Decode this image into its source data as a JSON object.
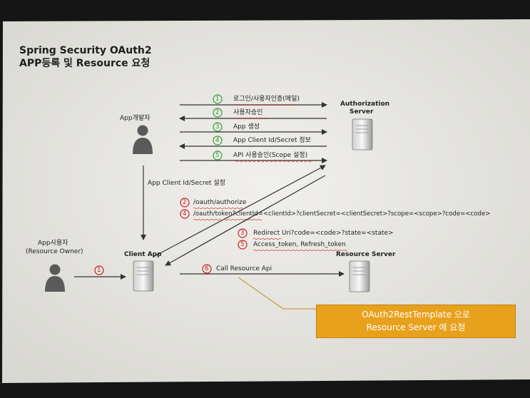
{
  "title": {
    "line1": "Spring Security OAuth2",
    "line2": "APP등록 및 Resource 요청"
  },
  "actors": {
    "app_developer": "App개발자",
    "app_user": "App사용자",
    "resource_owner": "(Resource Owner)",
    "client_app": "Client App",
    "authorization_server_line1": "Authorization",
    "authorization_server_line2": "Server",
    "resource_server": "Resource Server"
  },
  "registration_steps": [
    {
      "num": "1",
      "label": "로그인/사용자인증(메일)"
    },
    {
      "num": "2",
      "label": "사용자승인"
    },
    {
      "num": "3",
      "label": "App 생성"
    },
    {
      "num": "4",
      "label": "App Client Id/Secret 정보"
    },
    {
      "num": "5",
      "label": "API 사용승인(Scope 설정)"
    }
  ],
  "setup_label": "App Client Id/Secret 설정",
  "flow_steps": [
    {
      "num": "1",
      "label": ""
    },
    {
      "num": "2",
      "label": "/oauth/authorize"
    },
    {
      "num": "4",
      "label": "/oauth/token?clientId=<clientId>?clientSecret=<clientSecret>?scope=<scope>?code=<code>"
    },
    {
      "num": "3",
      "label": "Redirect Uri?code=<code>?state=<state>"
    },
    {
      "num": "5",
      "label": "Access_token, Refresh_token"
    },
    {
      "num": "6",
      "label": "Call Resource Api"
    }
  ],
  "callout": {
    "line1": "OAuth2RestTemplate 으로",
    "line2": "Resource Server 에 요청"
  },
  "colors": {
    "screen": "#e8e7e2",
    "bezel": "#151515",
    "step_green": "#2f9e2f",
    "step_red": "#c82020",
    "callout_fill": "#e8a11c",
    "callout_connector": "#c4a14a",
    "arrow": "#333333"
  }
}
